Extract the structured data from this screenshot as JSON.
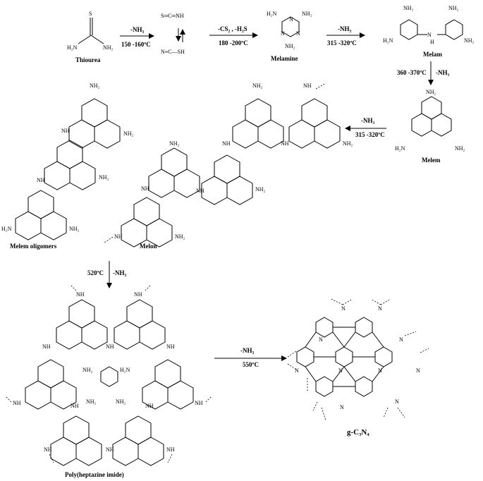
{
  "compounds": {
    "thiourea": "Thiourea",
    "melamine": "Melamine",
    "melam": "Melam",
    "melem": "Melem",
    "melem_oligomers": "Melem oligomers",
    "melon": "Melon",
    "phi": "Poly(heptazine imide)",
    "gcn": "g-C₃N₄"
  },
  "steps": {
    "s1_reagent": "-NH₃",
    "s1_temp": "150 -160ºC",
    "s2_reagent": "-CS₂ , -H₂S",
    "s2_temp": "180 -200ºC",
    "s3_reagent": "-NH₃",
    "s3_temp": "315 -320ºC",
    "s4_temp": "360 -370ºC",
    "s4_reagent": "-NH₃",
    "s5_reagent": "-NH₃",
    "s5_temp": "315 -320ºC",
    "s6_temp": "520ºC",
    "s6_reagent": "-NH₃",
    "s7_reagent": "-NH₃",
    "s7_temp": "550ºC"
  },
  "labels": {
    "S": "S",
    "N": "N",
    "NH": "NH",
    "H": "H",
    "NH2": "NH₂",
    "H2N": "H₂N",
    "SH": "SH",
    "thiocyanic_top": "S═C═NH",
    "thiocyanic_bottom": "N≡C—SH"
  }
}
